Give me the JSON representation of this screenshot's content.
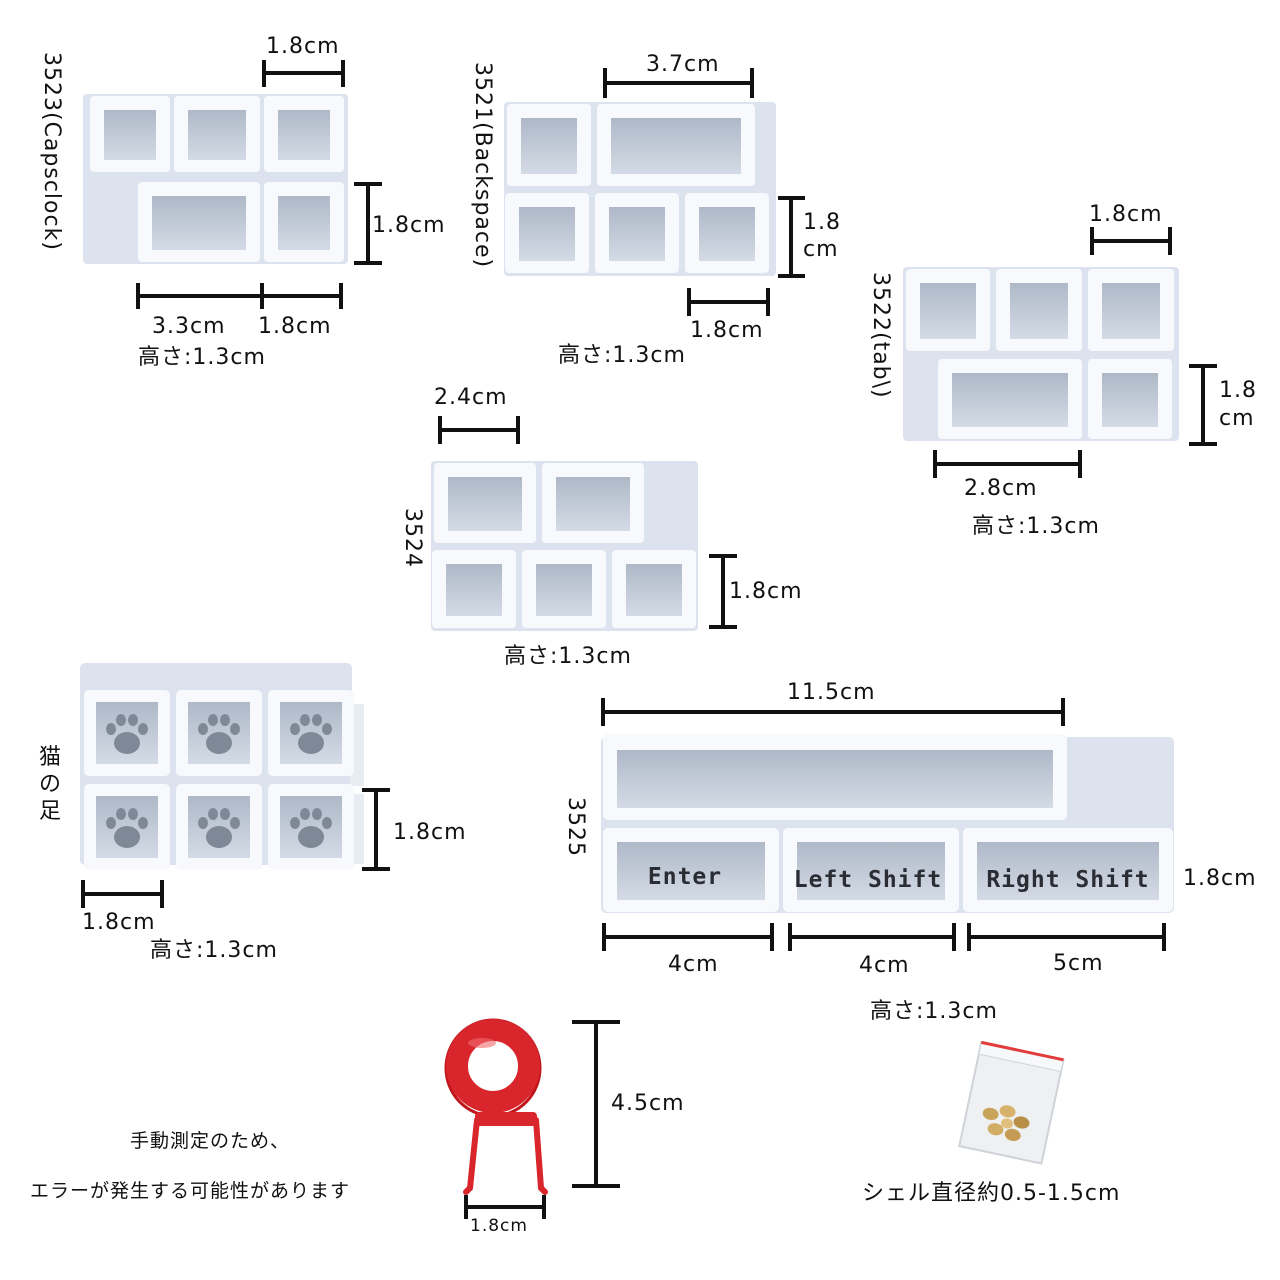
{
  "colors": {
    "mold_base": "#dce3ee",
    "mold_wall": "#f7f9fc",
    "cavity": "#c3ccd9",
    "line": "#111111",
    "tool_red": "#d8262c"
  },
  "molds": {
    "m3523": {
      "code": "3523(Capsclock)",
      "dim_top": "1.8cm",
      "dim_side": "1.8cm",
      "dim_bottom_left": "3.3cm",
      "dim_bottom_right": "1.8cm",
      "height": "高さ:1.3cm"
    },
    "m3521": {
      "code": "3521(Backspace)",
      "dim_top": "3.7cm",
      "dim_side_1": "1.8",
      "dim_side_2": "cm",
      "dim_bottom": "1.8cm",
      "height": "高さ:1.3cm"
    },
    "m3522": {
      "code": "3522(tab\\)",
      "dim_top": "1.8cm",
      "dim_side_1": "1.8",
      "dim_side_2": "cm",
      "dim_bottom": "2.8cm",
      "height": "高さ:1.3cm"
    },
    "m3524": {
      "code": "3524",
      "dim_top": "2.4cm",
      "dim_side": "1.8cm",
      "height": "高さ:1.3cm"
    },
    "paw": {
      "code_chars": [
        "猫",
        "の",
        "足"
      ],
      "dim_side": "1.8cm",
      "dim_bottom": "1.8cm",
      "height": "高さ:1.3cm"
    },
    "m3525": {
      "code": "3525",
      "dim_top": "11.5cm",
      "keys": [
        "Enter",
        "Left Shift",
        "Right Shift"
      ],
      "dim_side": "1.8cm",
      "dim_enter": "4cm",
      "dim_lshift": "4cm",
      "dim_rshift": "5cm",
      "height": "高さ:1.3cm"
    }
  },
  "tool": {
    "dim_height": "4.5cm",
    "dim_width": "1.8cm"
  },
  "note": {
    "line1": "手動測定のため、",
    "line2": "エラーが発生する可能性があります"
  },
  "shell": {
    "label": "シェル直径約0.5-1.5cm"
  }
}
